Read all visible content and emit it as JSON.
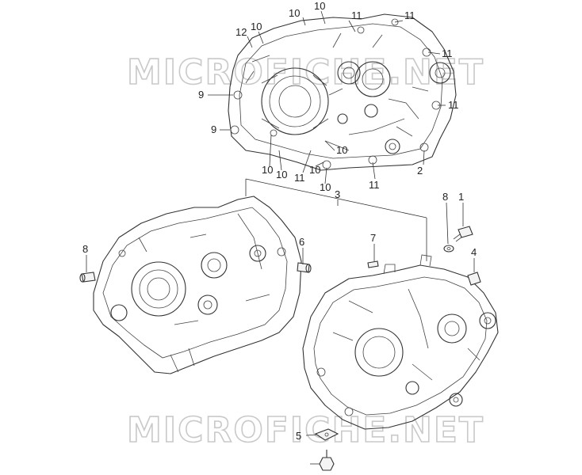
{
  "watermark": {
    "top": "MICROFICHE.NET",
    "bottom": "MICROFICHE.NET"
  },
  "callouts": [
    {
      "id": "c10a",
      "label": "10"
    },
    {
      "id": "c10b",
      "label": "10"
    },
    {
      "id": "c11a",
      "label": "11"
    },
    {
      "id": "c11b",
      "label": "11"
    },
    {
      "id": "c12",
      "label": "12"
    },
    {
      "id": "c10c",
      "label": "10"
    },
    {
      "id": "c11c",
      "label": "11"
    },
    {
      "id": "c9a",
      "label": "9"
    },
    {
      "id": "c11d",
      "label": "11"
    },
    {
      "id": "c9b",
      "label": "9"
    },
    {
      "id": "c10d",
      "label": "10"
    },
    {
      "id": "c10e",
      "label": "10"
    },
    {
      "id": "c10f",
      "label": "10"
    },
    {
      "id": "c11e",
      "label": "11"
    },
    {
      "id": "c10g",
      "label": "10"
    },
    {
      "id": "c10h",
      "label": "10"
    },
    {
      "id": "c11f",
      "label": "11"
    },
    {
      "id": "c2",
      "label": "2"
    },
    {
      "id": "c1",
      "label": "1"
    },
    {
      "id": "c3",
      "label": "3"
    },
    {
      "id": "c8a",
      "label": "8"
    },
    {
      "id": "c8b",
      "label": "8"
    },
    {
      "id": "c6",
      "label": "6"
    },
    {
      "id": "c7",
      "label": "7"
    },
    {
      "id": "c4",
      "label": "4"
    },
    {
      "id": "c5",
      "label": "5"
    }
  ]
}
